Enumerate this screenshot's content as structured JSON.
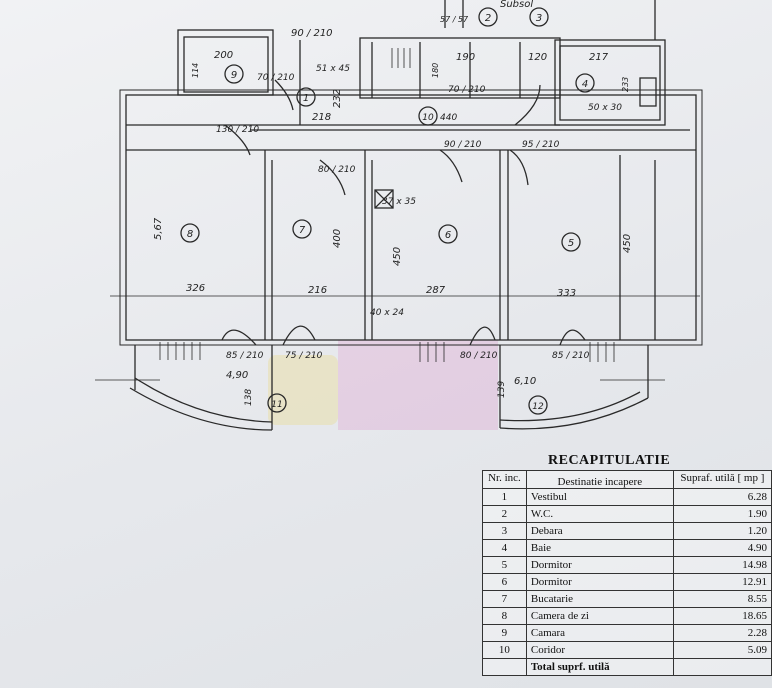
{
  "header_fragment": "Subsol",
  "plan": {
    "room_numbers": [
      "1",
      "2",
      "3",
      "4",
      "5",
      "6",
      "7",
      "8",
      "9",
      "10",
      "11",
      "12"
    ],
    "dimensions": {
      "d_90_210": "90 / 210",
      "d_57_57": "57 / 57",
      "d_200": "200",
      "d_114": "114",
      "d_70_210": "70 / 210",
      "d_51x45": "51 x 45",
      "d_232": "232",
      "d_190": "190",
      "d_180": "180",
      "d_70_210b": "70 / 210",
      "d_120": "120",
      "d_217": "217",
      "d_233": "233",
      "d_50x30": "50 x 30",
      "d_130_210": "130 / 210",
      "d_218": "218",
      "d_440": "440",
      "d_90_210b": "90 / 210",
      "d_95_210": "95 / 210",
      "d_80_210": "80 / 210",
      "d_37x35": "37 x 35",
      "d_567": "5,67",
      "d_400": "400",
      "d_450": "450",
      "d_450b": "450",
      "d_326": "326",
      "d_216": "216",
      "d_287": "287",
      "d_333": "333",
      "d_40x24": "40 x 24",
      "d_85_210": "85 / 210",
      "d_75_210": "75 / 210",
      "d_80_210b": "80 / 210",
      "d_85_210b": "85 / 210",
      "d_490": "4,90",
      "d_610": "6,10",
      "d_138": "138",
      "d_139": "139"
    }
  },
  "recap": {
    "title": "RECAPITULATIE",
    "headers": {
      "nr": "Nr. inc.",
      "dest": "Destinatie incapere",
      "area": "Supraf. utilă [ mp ]"
    },
    "rows": [
      {
        "nr": "1",
        "dest": "Vestibul",
        "area": "6.28"
      },
      {
        "nr": "2",
        "dest": "W.C.",
        "area": "1.90"
      },
      {
        "nr": "3",
        "dest": "Debara",
        "area": "1.20"
      },
      {
        "nr": "4",
        "dest": "Baie",
        "area": "4.90"
      },
      {
        "nr": "5",
        "dest": "Dormitor",
        "area": "14.98"
      },
      {
        "nr": "6",
        "dest": "Dormitor",
        "area": "12.91"
      },
      {
        "nr": "7",
        "dest": "Bucatarie",
        "area": "8.55"
      },
      {
        "nr": "8",
        "dest": "Camera de zi",
        "area": "18.65"
      },
      {
        "nr": "9",
        "dest": "Camara",
        "area": "2.28"
      },
      {
        "nr": "10",
        "dest": "Coridor",
        "area": "5.09"
      }
    ],
    "total_label": "Total suprf. utilă"
  },
  "colors": {
    "ink": "#222222",
    "paper": "#eceef1",
    "watermark": "#dc78be"
  }
}
